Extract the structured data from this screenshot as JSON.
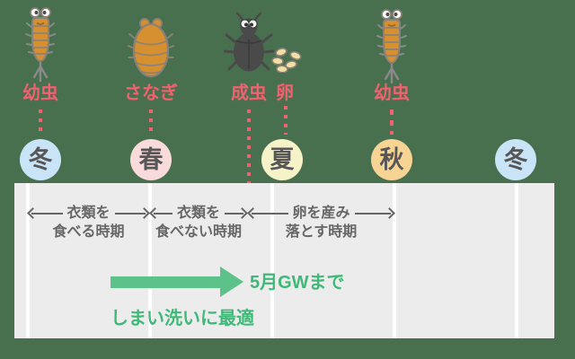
{
  "lifecycle": {
    "stages": [
      {
        "label": "幼虫",
        "icon": "larva-icon",
        "season": "冬"
      },
      {
        "label": "さなぎ",
        "icon": "pupa-icon",
        "season": "春"
      },
      {
        "label": "成虫",
        "icon": "adult-beetle-icon",
        "season": "夏"
      },
      {
        "label": "卵",
        "icon": "eggs-icon",
        "season": "夏"
      },
      {
        "label": "幼虫",
        "icon": "larva-icon",
        "season": "秋"
      }
    ]
  },
  "seasons": [
    {
      "label": "冬",
      "color": "#C9E4F6"
    },
    {
      "label": "春",
      "color": "#FADBDC"
    },
    {
      "label": "夏",
      "color": "#F7F3C8"
    },
    {
      "label": "秋",
      "color": "#F8D494"
    },
    {
      "label": "冬",
      "color": "#C9E4F6"
    }
  ],
  "timeline": {
    "periods": [
      {
        "line1": "衣類を",
        "line2": "食べる時期"
      },
      {
        "line1": "衣類を",
        "line2": "食べない時期"
      },
      {
        "line1": "卵を産み",
        "line2": "落とす時期"
      }
    ],
    "highlight": {
      "arrow_label": "5月GWまで",
      "caption": "しまい洗いに最適"
    }
  },
  "colors": {
    "background": "#48704F",
    "band": "#ECECEC",
    "divider": "#FFFFFF",
    "stage_label_pink": "#F2616F",
    "period_text_gray": "#666666",
    "highlight_green_text": "#3EB977",
    "highlight_green_arrow": "#5CC289",
    "insect_body_orange": "#D6902F",
    "insect_outline": "#8A8178",
    "beetle_dark": "#4A4A4A",
    "egg_cream": "#F2DFA4",
    "season_text": "#575757"
  }
}
